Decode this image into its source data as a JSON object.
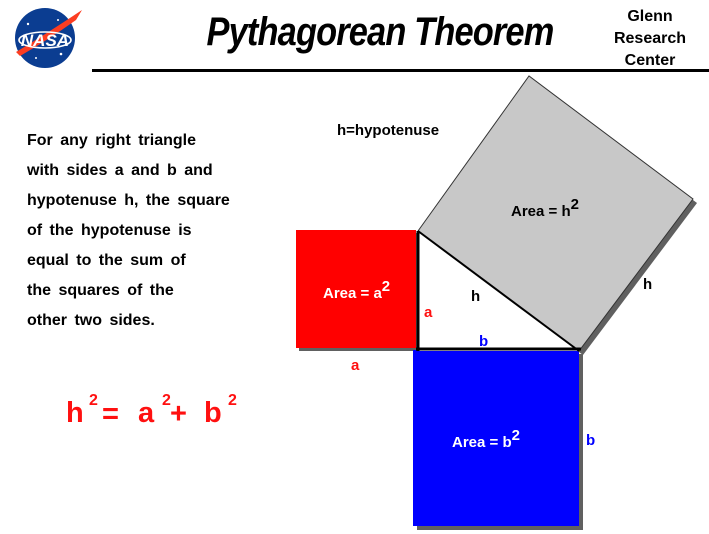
{
  "header": {
    "logo_text": "NASA",
    "title": "Pythagorean  Theorem",
    "org_lines": [
      "Glenn",
      "Research",
      "Center"
    ]
  },
  "description_lines": [
    "For any right triangle",
    "with sides a and b and",
    "hypotenuse h, the square",
    "of the hypotenuse is",
    "equal to the sum of",
    "the squares of the",
    "other two sides."
  ],
  "formula": {
    "h": "h",
    "two": "2",
    "eq": "=",
    "a": "a",
    "plus": "+",
    "b": "b"
  },
  "diagram": {
    "hyp_note": "h=hypotenuse",
    "area_h_label": "Area = h",
    "area_a_label": "Area = a",
    "area_b_label": "Area = b",
    "exp": "2",
    "side_a": "a",
    "side_b": "b",
    "side_h": "h",
    "colors": {
      "square_a": "#ff0000",
      "square_b": "#0000ff",
      "square_h": "#c8c8c8",
      "label_red": "#ff1010",
      "label_blue": "#0000ff"
    }
  }
}
